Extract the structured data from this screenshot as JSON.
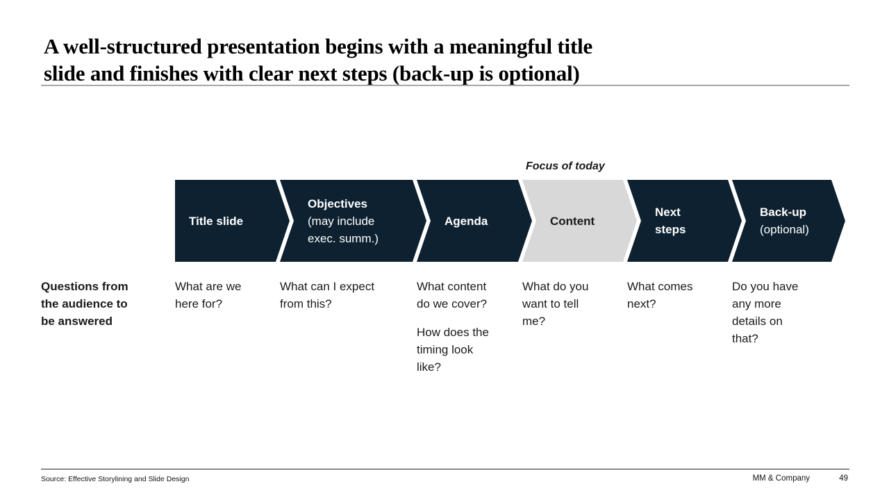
{
  "colors": {
    "chevron_dark": "#0d2130",
    "chevron_highlight": "#d8d8d8",
    "rule_gray": "#a6a6a6",
    "text_dark": "#1a1a1a"
  },
  "header": {
    "title_lines": [
      "A well-structured presentation begins with a meaningful title",
      "slide and finishes with clear next steps (back-up is optional)"
    ]
  },
  "focus": {
    "label": "Focus of today"
  },
  "chevrons": [
    {
      "label": [
        "Title slide"
      ],
      "sub": null
    },
    {
      "label": [
        "Objectives"
      ],
      "sub": [
        "(may include",
        "exec. summ.)"
      ]
    },
    {
      "label": [
        "Agenda"
      ],
      "sub": null
    },
    {
      "label": [
        "Content"
      ],
      "sub": null
    },
    {
      "label": [
        "Next",
        "steps"
      ],
      "sub": null
    },
    {
      "label": [
        "Back-up"
      ],
      "sub": [
        "(optional)"
      ]
    }
  ],
  "questions": {
    "row_label": [
      "Questions from",
      "the audience to",
      "be answered"
    ],
    "cols": [
      {
        "p1": [
          "What are we",
          "here for?"
        ]
      },
      {
        "p1": [
          "What can I expect",
          "from this?"
        ]
      },
      {
        "p1": [
          "What content",
          "do we cover?"
        ],
        "p2": [
          "How does the",
          "timing look",
          "like?"
        ]
      },
      {
        "p1": [
          "What do you",
          "want to tell",
          "me?"
        ]
      },
      {
        "p1": [
          "What comes",
          "next?"
        ]
      },
      {
        "p1": [
          "Do you have",
          "any more",
          "details on",
          "that?"
        ]
      }
    ]
  },
  "footer": {
    "source": "Source: Effective Storylining and Slide Design",
    "company": "MM & Company",
    "page": "49"
  }
}
